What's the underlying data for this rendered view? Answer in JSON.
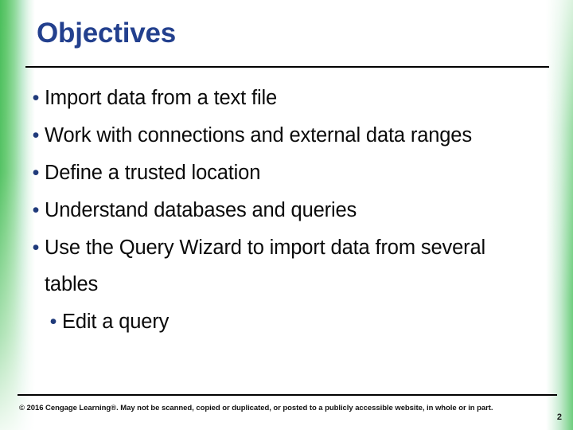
{
  "slide": {
    "title": "Objectives",
    "title_color": "#23408E",
    "background_color": "#FFFFFF",
    "accent_green": "#4BBF5C",
    "bullet_color": "#1F3A7A",
    "bullets": [
      {
        "text": "Import data from a text file",
        "indented": false
      },
      {
        "text": "Work with connections and external data ranges",
        "indented": false
      },
      {
        "text": "Define a trusted location",
        "indented": false
      },
      {
        "text": "Understand databases and queries",
        "indented": false
      },
      {
        "text": "Use the Query Wizard to import data from several tables",
        "indented": false
      },
      {
        "text": "Edit a query",
        "indented": true
      }
    ],
    "bullet_glyph": "•",
    "footer": {
      "copyright": "© 2016 Cengage Learning®. May not be scanned, copied or duplicated, or posted to a publicly accessible website, in whole or in part.",
      "page_number": "2"
    }
  }
}
